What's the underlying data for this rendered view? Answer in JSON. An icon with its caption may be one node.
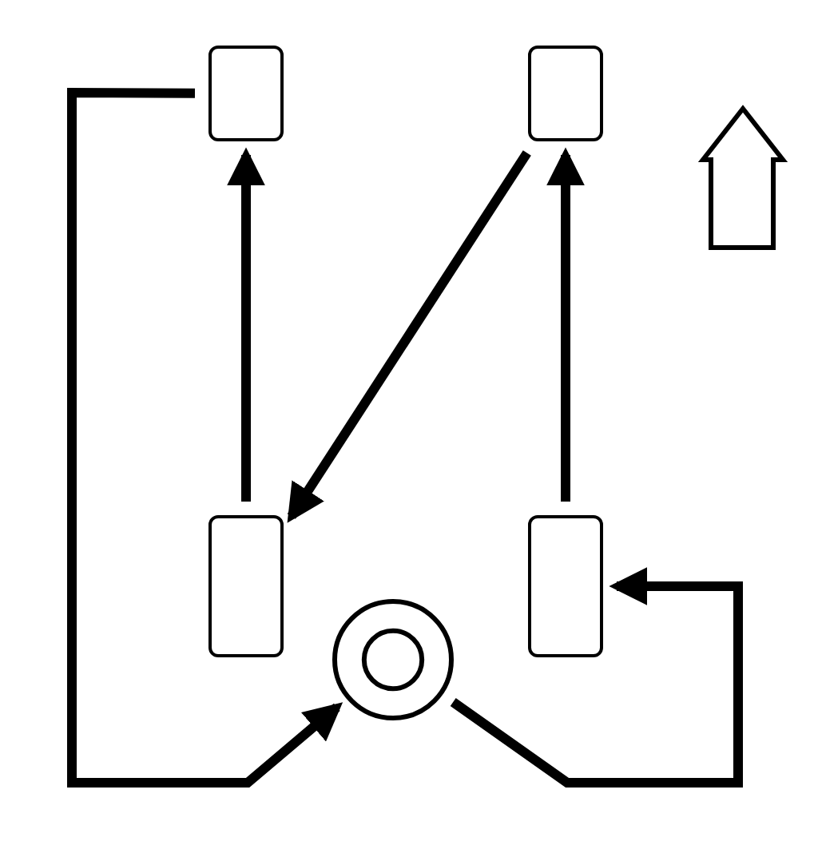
{
  "diagram": {
    "nodes": [
      {
        "text": [],
        "shape": "box"
      },
      {
        "text": [],
        "shape": "box"
      },
      {
        "text": [],
        "shape": "box"
      },
      {
        "text": [],
        "shape": "box"
      },
      {
        "text": [],
        "shape": "circle"
      }
    ],
    "edges": [
      {
        "from": 2,
        "to": 0,
        "arrow": "to"
      },
      {
        "from": 3,
        "to": 1,
        "arrow": "to"
      },
      {
        "from": 1,
        "to": 2,
        "arrow": "to"
      },
      {
        "from": 0,
        "to": 4,
        "arrow": "to"
      },
      {
        "from": 4,
        "to": 3,
        "arrow": "to"
      }
    ]
  }
}
